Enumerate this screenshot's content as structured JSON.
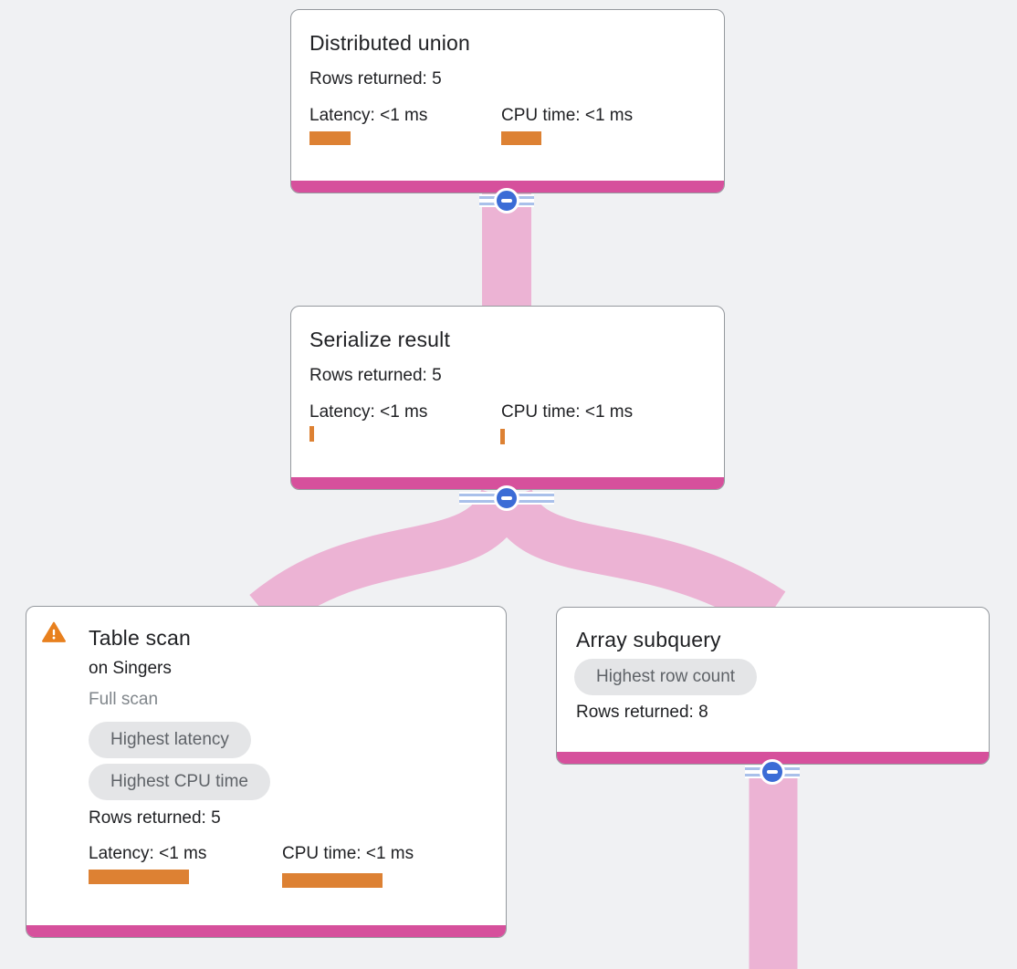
{
  "colors": {
    "background": "#f0f1f3",
    "node_border": "#95999e",
    "node_bottom_bar": "#d6509c",
    "flow_band": "#ecb3d4",
    "metric_bar": "#dd8133",
    "collapse_button_blue": "#3b6cd6",
    "badge_background": "#e4e5e7",
    "badge_text": "#5f6368",
    "warning_orange": "#e8801e"
  },
  "nodes": {
    "distributed_union": {
      "title": "Distributed union",
      "rows_returned": "Rows returned: 5",
      "latency_label": "Latency: <1 ms",
      "cpu_label": "CPU time: <1 ms",
      "bars": {
        "latency": {
          "w": 45,
          "h": 15
        },
        "cpu": {
          "w": 44,
          "h": 15
        }
      }
    },
    "serialize_result": {
      "title": "Serialize result",
      "rows_returned": "Rows returned: 5",
      "latency_label": "Latency: <1 ms",
      "cpu_label": "CPU time: <1 ms",
      "bars": {
        "latency": {
          "w": 5,
          "h": 17
        },
        "cpu": {
          "w": 5,
          "h": 17
        }
      }
    },
    "table_scan": {
      "warning_icon": "warning-triangle-icon",
      "title": "Table scan",
      "target": "on Singers",
      "scan_type": "Full scan",
      "badges": [
        "Highest latency",
        "Highest CPU time"
      ],
      "rows_returned": "Rows returned: 5",
      "latency_label": "Latency: <1 ms",
      "cpu_label": "CPU time: <1 ms",
      "bars": {
        "latency": {
          "w": 110,
          "h": 16
        },
        "cpu": {
          "w": 110,
          "h": 16
        }
      }
    },
    "array_subquery": {
      "title": "Array subquery",
      "badges": [
        "Highest row count"
      ],
      "rows_returned": "Rows returned: 8"
    }
  },
  "edges": [
    {
      "from": "distributed_union",
      "to": "serialize_result"
    },
    {
      "from": "serialize_result",
      "to": "table_scan"
    },
    {
      "from": "serialize_result",
      "to": "array_subquery"
    },
    {
      "from": "array_subquery",
      "to": "offscreen-child"
    }
  ],
  "collapse_button": {
    "state": "expanded",
    "symbol": "minus"
  }
}
